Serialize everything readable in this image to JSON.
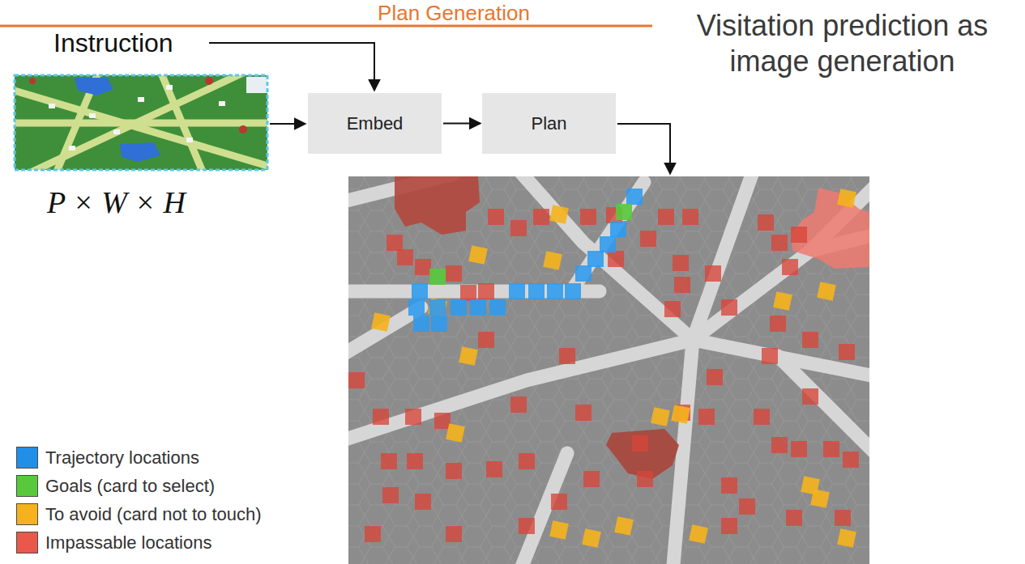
{
  "diagram": {
    "title": "Plan Generation",
    "nodes": [
      {
        "text": [
          "Embed"
        ]
      },
      {
        "text": [
          "Plan"
        ]
      }
    ],
    "edges": [
      {
        "from": 0,
        "to": 1,
        "arrow": "to"
      }
    ],
    "labels": [
      "Visitation prediction as image generation",
      "Instruction",
      "P × W × H"
    ],
    "legend": [
      {
        "text": "Trajectory locations",
        "color": "#1f8fe8"
      },
      {
        "text": "Goals (card to select)",
        "color": "#57c93b"
      },
      {
        "text": "To avoid (card not to touch)",
        "color": "#f5b21d"
      },
      {
        "text": "Impassable locations",
        "color": "#e9584b"
      }
    ]
  }
}
